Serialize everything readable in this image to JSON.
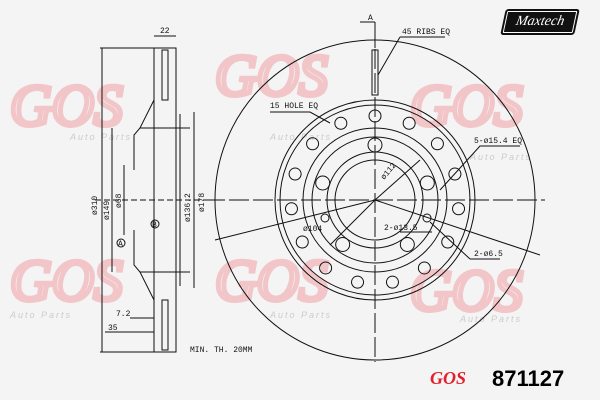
{
  "brand_logo": "Maxtech",
  "watermark": {
    "logo": "GOS",
    "tagline": "Auto Parts"
  },
  "footer": {
    "brand": "GOS",
    "part_number": "871127"
  },
  "section_labels": {
    "width": "22",
    "d_outer": "ø310",
    "d_149": "ø149",
    "d_68": "ø68",
    "d_136": "ø136.2",
    "d_178": "ø178",
    "datum_a": "A",
    "datum_b": "B",
    "offset_72": "7.2",
    "offset_35": "35",
    "min_th": "MIN. TH. 20MM"
  },
  "face_labels": {
    "section_mark": "A",
    "ribs": "45 RIBS EQ",
    "holes": "15 HOLE EQ",
    "bolt_holes": "5-ø15.4 EQ",
    "d_112": "ø112",
    "pcd": "ø104",
    "holes_135": "2-ø13.5",
    "holes_65": "2-ø6.5"
  }
}
